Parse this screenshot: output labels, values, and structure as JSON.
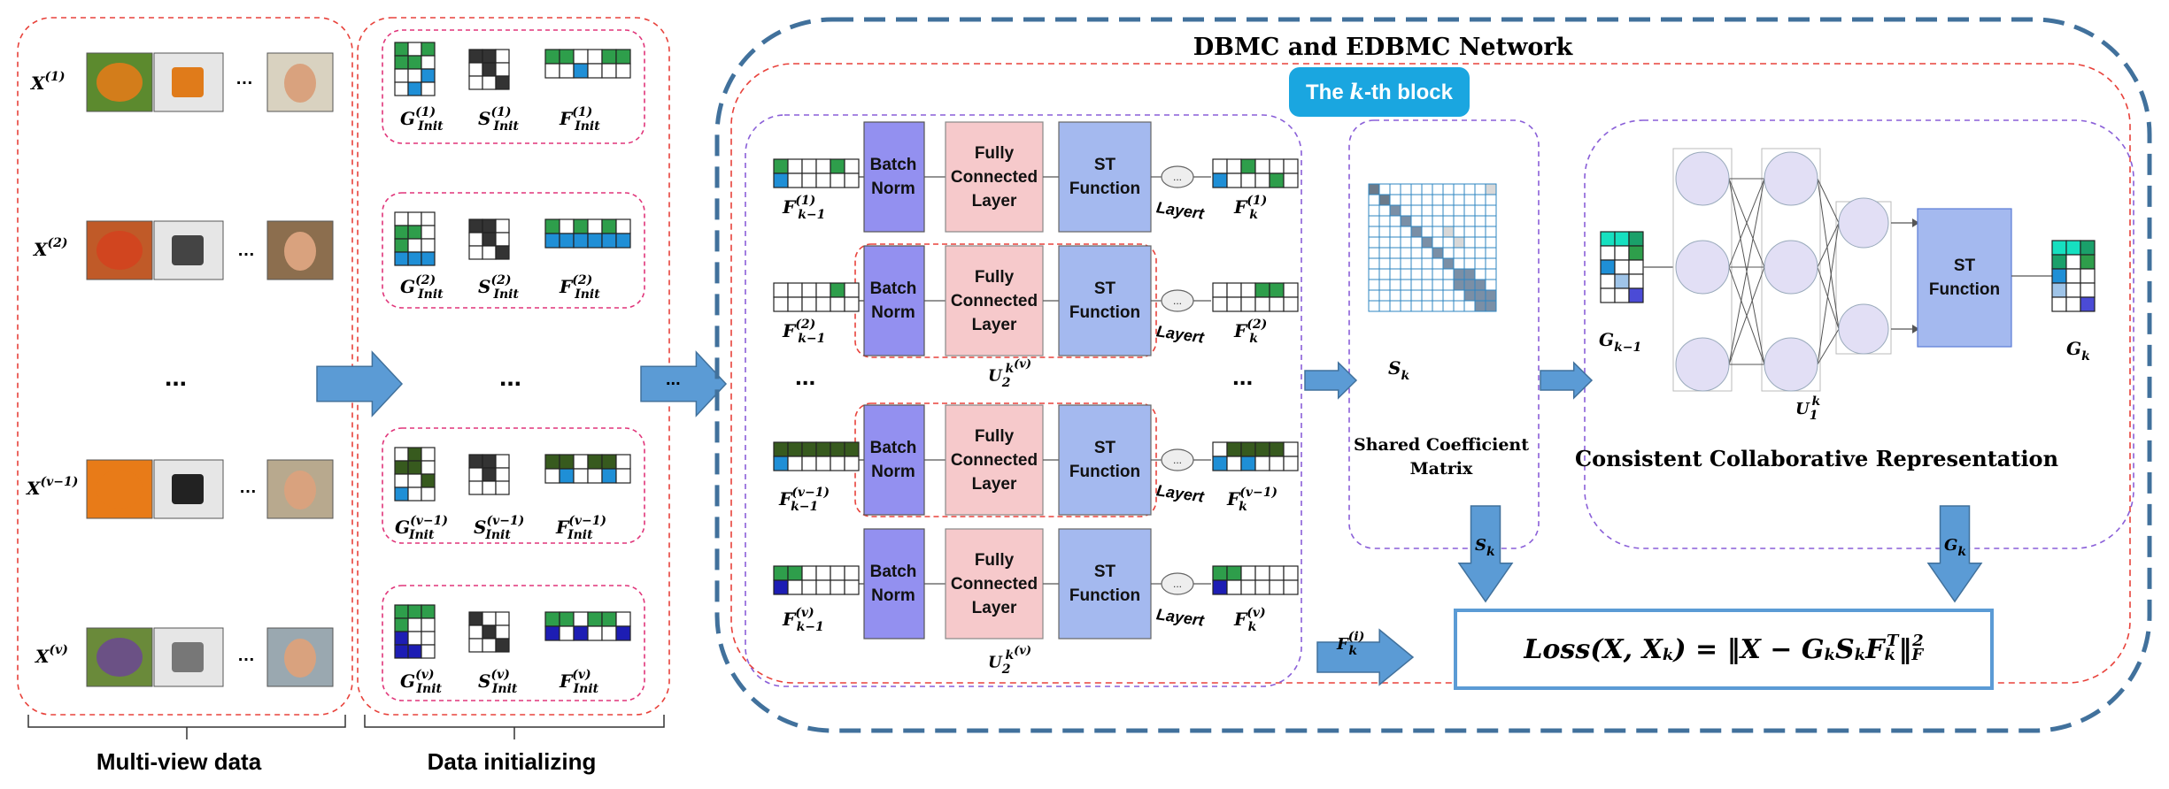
{
  "title": "DBMC and EDBMC Network",
  "block_badge": "The k-th block",
  "bottom_labels": {
    "multi_view": "Multi-view data",
    "init": "Data initializing"
  },
  "views": [
    {
      "label": "X(1)",
      "sup": "(1)"
    },
    {
      "label": "X(2)",
      "sup": "(2)"
    },
    {
      "label": "X(v-1)",
      "sup": "(v−1)"
    },
    {
      "label": "X(v)",
      "sup": "(v)"
    }
  ],
  "ellipsis": "…",
  "dots": "...",
  "init_labels": {
    "G": "G",
    "S": "S",
    "F": "F",
    "init_sub": "Init"
  },
  "block_labels": {
    "batch_norm": "Batch\nNorm",
    "fc": "Fully\nConnected\nLayer",
    "st": "ST\nFunction"
  },
  "layert": "Layert",
  "u2": "U",
  "u2_sub": "2",
  "u2_sup": "k",
  "u2_sup2": "(v)",
  "shared": {
    "sk": "S",
    "k": "k",
    "title": "Shared Coefficient\nMatrix"
  },
  "collab": {
    "title": "Consistent Collaborative Representation",
    "gk1": "G",
    "gk1_sub": "k−1",
    "gk": "G",
    "u1": "U",
    "u1_sub": "1",
    "u1_sup": "k"
  },
  "arrow_labels": {
    "sk": "S",
    "gk": "G",
    "fk": "F",
    "fk_sup": "(i)"
  },
  "loss": {
    "text": "Loss(X, X",
    "rest": ") = ‖X − G",
    "s": "S",
    "f": "F",
    "t": "T",
    "end": "‖",
    "f2": "F",
    "two": "2"
  },
  "colors": {
    "green": "#2e9e4b",
    "dark_green": "#375a1e",
    "blue": "#1f8fd6",
    "dark_blue": "#1d1db4",
    "batch": "#9390f0",
    "fc": "#f6c9cb",
    "st": "#a4b9ef",
    "arrow": "#5b9bd5",
    "dash_big": "#41719c",
    "red_dash": "#e8423b",
    "purple_dash": "#8a5fd8",
    "badge": "#1aa6e0"
  }
}
